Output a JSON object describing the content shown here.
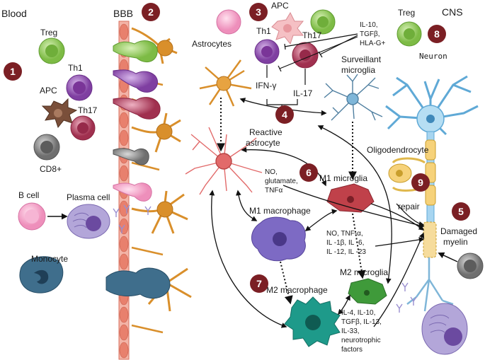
{
  "regions": {
    "blood": "Blood",
    "bbb": "BBB",
    "cns": "CNS"
  },
  "badges": [
    "1",
    "2",
    "3",
    "4",
    "5",
    "6",
    "7",
    "8",
    "9"
  ],
  "cells": {
    "treg_blood": "Treg",
    "th1_blood": "Th1",
    "apc_blood": "APC",
    "th17_blood": "Th17",
    "cd8": "CD8+",
    "b_cell": "B cell",
    "plasma_cell": "Plasma cell",
    "monocyte": "Monocyte",
    "astrocytes": "Astrocytes",
    "apc_cns": "APC",
    "th1_cns": "Th1",
    "th17_cns": "Th17",
    "treg_cns": "Treg",
    "neuron": "Neuron",
    "surveillant_microglia": [
      "Surveillant",
      "microglia"
    ],
    "reactive_astrocyte": [
      "Reactive",
      "astrocyte"
    ],
    "oligodendrocyte": "Oligodendrocyte",
    "m1_microglia": "M1 microglia",
    "m1_macrophage": "M1 macrophage",
    "m2_microglia": "M2 microglia",
    "m2_macrophage": "M2 macrophage",
    "damaged_myelin": [
      "Damaged",
      "myelin"
    ],
    "repair": "repair"
  },
  "mediators": {
    "treg_factors": [
      "IL-10,",
      "TGFβ,",
      "HLA-G+"
    ],
    "ifn": "IFN-γ",
    "il17": "IL-17",
    "astro_factors": [
      "NO,",
      "glutamate,",
      "TNFα"
    ],
    "m1_factors": [
      "NO, TNF-α,",
      "IL -1β, IL -6,",
      "IL -12, IL -23"
    ],
    "m2_factors": [
      "IL-4, IL-10,",
      "TGFβ, IL-13,",
      "IL-33,",
      "neurotrophic",
      "factors"
    ]
  },
  "colors": {
    "badge": "#7b1f24",
    "treg": "#8bc34a",
    "th1": "#8e4fae",
    "th17": "#b03a5b",
    "apc": "#7a4f3a",
    "cd8": "#7f7f7f",
    "bcell": "#f2a0c4",
    "plasma": "#a595cf",
    "monocyte": "#3f6e8c",
    "astrocyte": "#d6912a",
    "reactive": "#e26a6a",
    "m1": "#c0414a",
    "macrophage_m1": "#7d6ac4",
    "m2": "#3f9a3a",
    "macrophage_m2": "#1e9a8a",
    "neuron": "#9dd2ee",
    "myelin": "#f3d27a",
    "vessel": "#e78a78"
  }
}
